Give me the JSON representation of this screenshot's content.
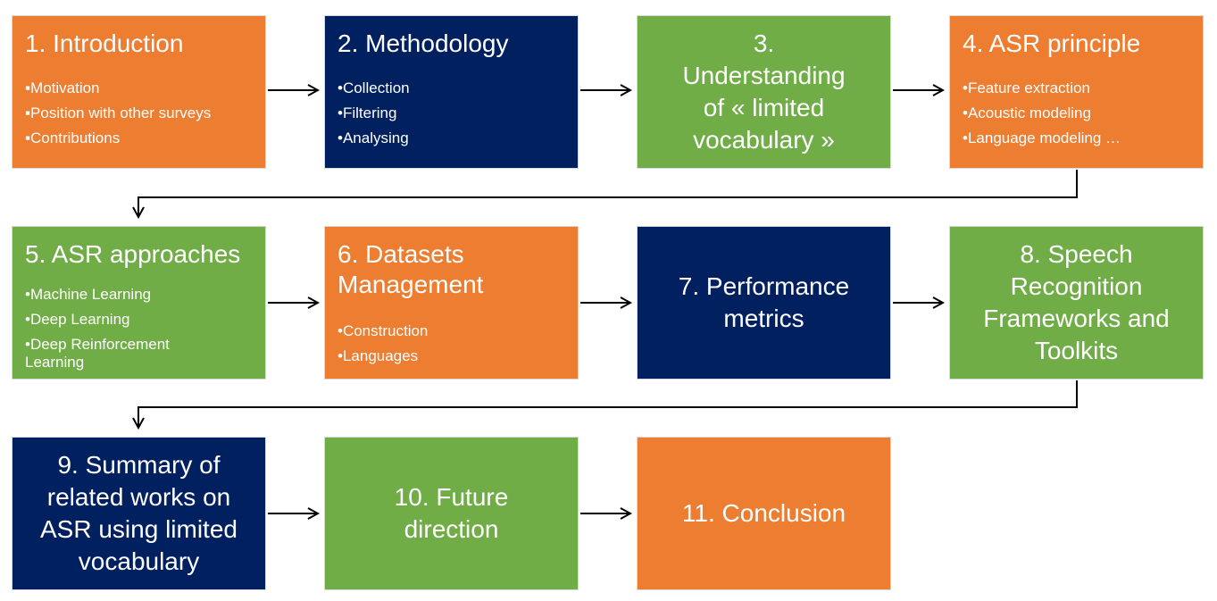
{
  "colors": {
    "orange": "#ed7d31",
    "navy": "#002060",
    "green": "#70ad47",
    "arrow": "#000000"
  },
  "boxes": [
    {
      "title": "1. Introduction",
      "bullets": [
        "Motivation",
        "Position with other surveys",
        "Contributions"
      ]
    },
    {
      "title": "2. Methodology",
      "bullets": [
        "Collection",
        "Filtering",
        "Analysing"
      ]
    },
    {
      "title": "3. Understanding of « limited vocabulary »"
    },
    {
      "title": "4. ASR principle",
      "bullets": [
        "Feature extraction",
        "Acoustic modeling",
        "Language modeling …"
      ]
    },
    {
      "title": "5. ASR approaches",
      "bullets": [
        "Machine Learning",
        "Deep Learning",
        "Deep Reinforcement Learning"
      ]
    },
    {
      "title": "6. Datasets Management",
      "bullets": [
        "Construction",
        "Languages"
      ]
    },
    {
      "title": "7. Performance metrics"
    },
    {
      "title": "8. Speech Recognition Frameworks and Toolkits"
    },
    {
      "title": "9. Summary of related works on ASR using limited vocabulary"
    },
    {
      "title": "10. Future direction"
    },
    {
      "title": "11. Conclusion"
    }
  ]
}
